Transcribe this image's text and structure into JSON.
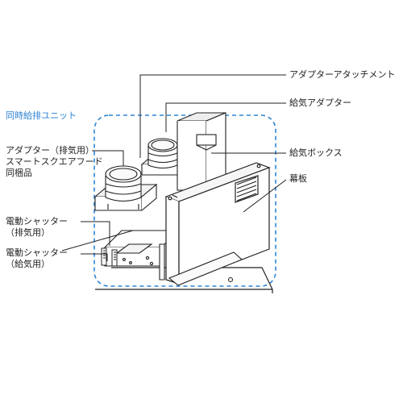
{
  "group": {
    "title": "同時給排ユニット"
  },
  "labels": {
    "adapter_attachment": "アダプターアタッチメント",
    "supply_adapter": "給気アダプター",
    "supply_box": "給気ボックス",
    "curtain_board": "幕板",
    "exhaust_adapter": [
      "アダプター（排気用）",
      "スマートスクエアフード",
      "同梱品"
    ],
    "exhaust_shutter": [
      "電動シャッター",
      "（排気用）"
    ],
    "supply_shutter": [
      "電動シャッター",
      "（給気用）"
    ]
  },
  "colors": {
    "accent_blue": "#2d84d3",
    "line": "#222222",
    "shade": "#f1f1f1"
  }
}
